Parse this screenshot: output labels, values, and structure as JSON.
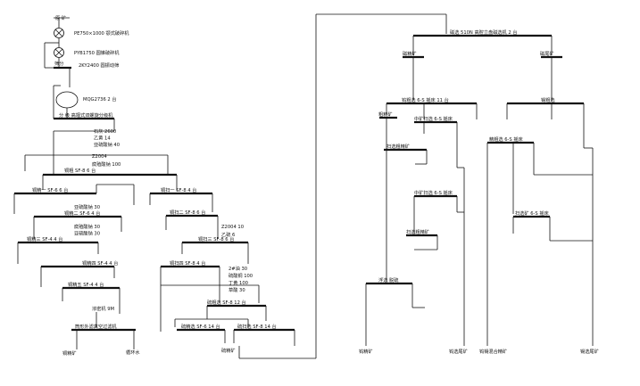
{
  "left_circuit": {
    "raw_ore": "原 矿",
    "jaw_crusher": "PE750×1000 颚式破碎机",
    "cone_crusher": "PYB1750 圆锥破碎机",
    "screen_label": "筛分",
    "vibrating_screen": "2KY2400 圆振动筛",
    "ball_mill": "MQG2736  2 台",
    "classifier": "分  级  高堰式双螺旋分级机",
    "reagents_1": [
      "石灰  2600",
      "乙黄  14",
      "亚硫酸钠 40"
    ],
    "reagents_2": [
      "Z2004",
      "腐殖酸钠 100"
    ],
    "cu_roughing": "铜粗     SF-8    6 台",
    "cu_clean_1": "铜精一  SF-6  6 台",
    "cu_scav_1": "铜扫一  SF-8  4 台",
    "reagents_3": [
      "亚硫酸钠  30"
    ],
    "cu_clean_2": "铜精二   SF-6    4 台",
    "cu_scav_2": "铜扫二  SF-8  6 台",
    "reagents_4": [
      "腐殖酸钠 30",
      "亚硫酸钠 30"
    ],
    "reagents_5": [
      "Z2004  10",
      "乙硫     6"
    ],
    "cu_clean_3": "铜精三  SF-4  4 台",
    "cu_scav_3": "铜扫三  SF-8  6 台",
    "cu_clean_4": "铜精四  SF-4  4 台",
    "cu_scav_4": "铜扫四  SF-8  4 台",
    "reagents_6": [
      "2#油  30",
      "硫酸铜  100",
      "丁黄  100",
      "草酸  30"
    ],
    "cu_clean_5": "铜精五  SF-4  4 台",
    "sulfur_rough": "硫粗选  SF-8  12 台",
    "thickener": "浓密机     9M",
    "sulfur_clean": "硫精选  SF-6  14 台",
    "sulfur_scav": "硫扫选  SF-8  14 台",
    "vacuum_filter": "筒形外滤真空过滤机",
    "cu_concentrate": "铜精矿",
    "circulating_water": "循环水",
    "sulfur_concentrate": "硫精矿"
  },
  "right_circuit": {
    "mag_separator": "磁选  510N 高腔立盘磁选机  2 台",
    "mag_conc": "磁精矿",
    "mag_tail": "磁尾矿",
    "w_roughing": "钨粗选  6-S 摇床  11 台",
    "sn_roughing": "锡粗选",
    "coarse_conc": "粗精矿",
    "mid_conc_1": "中矿扫选  6-S 摇床",
    "mid_conc_2": "中矿扫选  6-S 摇床",
    "scav_table_1": "扫选粗精矿",
    "scav_table_2": "扫选粗精矿",
    "sn_clean": "精粗选  6-S 摇床",
    "sn_scav": "扫选矿  6-S 摇床",
    "flotation": "浮选  脱硫",
    "w_concentrate": "钨精矿",
    "w_tailings": "钨选尾矿",
    "sn_concentrate": "钨锡混合精矿",
    "sn_tailings": "锡选尾矿"
  }
}
